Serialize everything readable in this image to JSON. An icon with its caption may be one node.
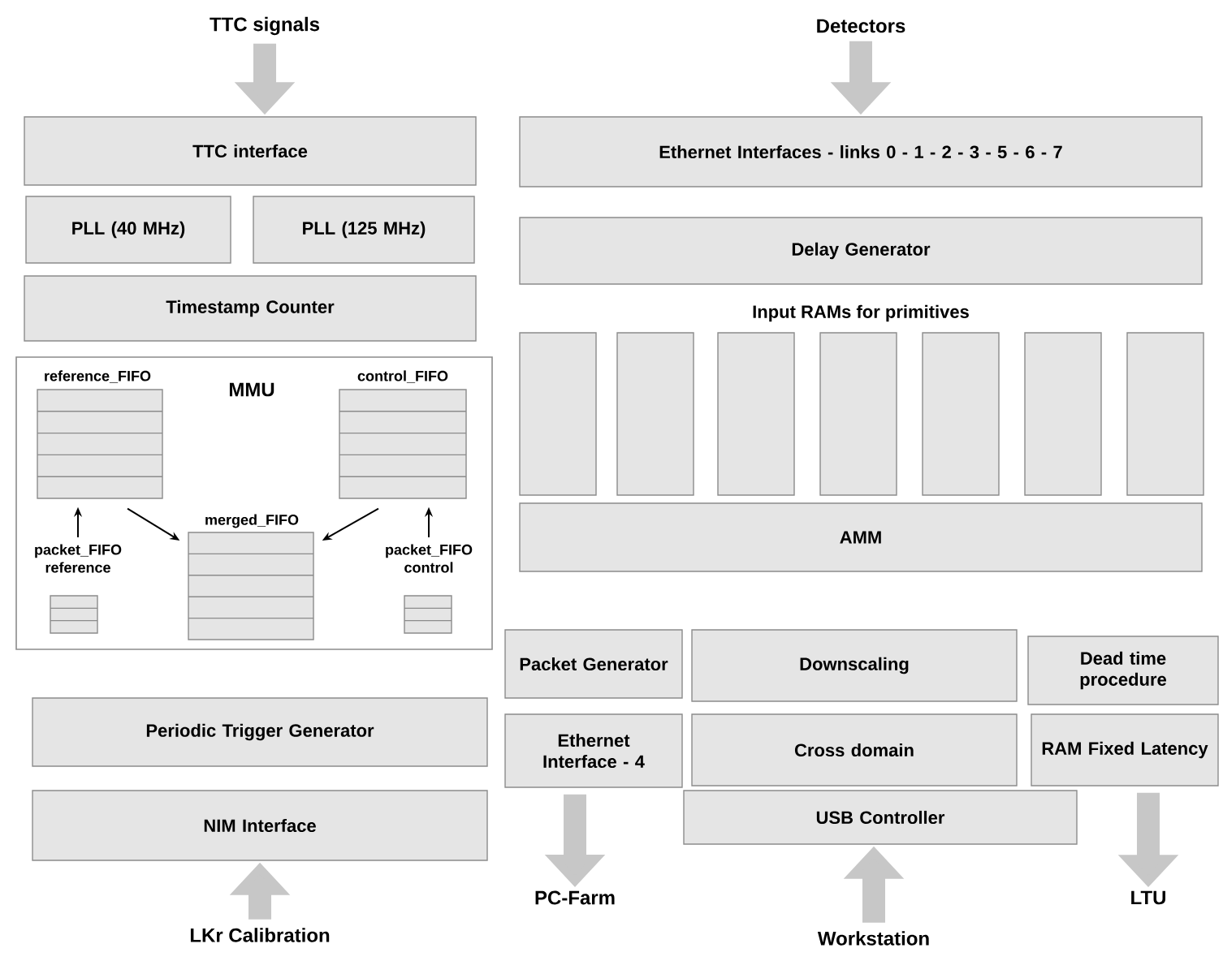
{
  "diagram": {
    "nodes": [
      {
        "text": [
          "TTC signals"
        ]
      },
      {
        "text": [
          "TTC interface"
        ]
      },
      {
        "text": [
          "PLL (40 MHz)"
        ]
      },
      {
        "text": [
          "PLL (125 MHz)"
        ]
      },
      {
        "text": [
          "Timestamp Counter"
        ]
      },
      {
        "text": [
          "MMU"
        ]
      },
      {
        "text": [
          "reference_FIFO"
        ],
        "in": 5
      },
      {
        "text": [
          "control_FIFO"
        ],
        "in": 5
      },
      {
        "text": [
          "merged_FIFO"
        ],
        "in": 5
      },
      {
        "text": [
          "packet_FIFO reference"
        ],
        "in": 5
      },
      {
        "text": [
          "packet_FIFO control"
        ],
        "in": 5
      },
      {
        "text": [
          "Periodic Trigger Generator"
        ]
      },
      {
        "text": [
          "NIM Interface"
        ]
      },
      {
        "text": [
          "LKr Calibration"
        ]
      },
      {
        "text": [
          "Detectors"
        ]
      },
      {
        "text": [
          "Ethernet Interfaces - links 0 - 1 - 2 - 3 - 5 - 6 - 7"
        ]
      },
      {
        "text": [
          "Delay Generator"
        ]
      },
      {
        "text": [],
        "shape": "box"
      },
      {
        "text": [],
        "shape": "box"
      },
      {
        "text": [],
        "shape": "box"
      },
      {
        "text": [],
        "shape": "box"
      },
      {
        "text": [],
        "shape": "box"
      },
      {
        "text": [],
        "shape": "box"
      },
      {
        "text": [],
        "shape": "box"
      },
      {
        "text": [
          "AMM"
        ]
      },
      {
        "text": [
          "Packet Generator"
        ]
      },
      {
        "text": [
          "Downscaling"
        ]
      },
      {
        "text": [
          "Dead time procedure"
        ]
      },
      {
        "text": [
          "Ethernet Interface - 4"
        ]
      },
      {
        "text": [
          "Cross domain"
        ]
      },
      {
        "text": [
          "RAM Fixed Latency"
        ]
      },
      {
        "text": [
          "USB Controller"
        ]
      },
      {
        "text": [
          "PC-Farm"
        ]
      },
      {
        "text": [
          "Workstation"
        ]
      },
      {
        "text": [
          "LTU"
        ]
      }
    ],
    "edges": [
      {
        "from": 0,
        "to": 1,
        "arrow": "to"
      },
      {
        "from": 14,
        "to": 15,
        "arrow": "to"
      },
      {
        "from": 6,
        "to": 8,
        "arrow": "to",
        "color": "#000000"
      },
      {
        "from": 7,
        "to": 8,
        "arrow": "to",
        "color": "#000000"
      },
      {
        "from": 9,
        "to": 6,
        "arrow": "to",
        "color": "#000000"
      },
      {
        "from": 10,
        "to": 7,
        "arrow": "to",
        "color": "#000000"
      },
      {
        "from": 13,
        "to": 12,
        "arrow": "to"
      },
      {
        "from": 28,
        "to": 32,
        "arrow": "to"
      },
      {
        "from": 33,
        "to": 31,
        "arrow": "to"
      },
      {
        "from": 30,
        "to": 34,
        "arrow": "to"
      }
    ],
    "labels": [
      "Input RAMs for primitives"
    ]
  }
}
